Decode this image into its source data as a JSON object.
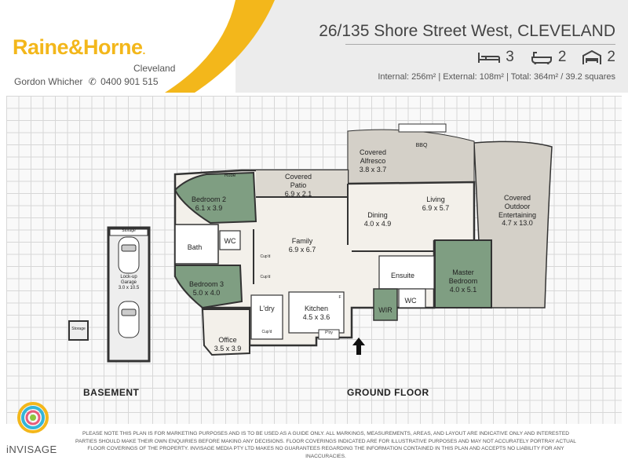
{
  "header": {
    "brand": "Raine&Horne",
    "brand_suffix": ".",
    "office": "Cleveland",
    "agent_name": "Gordon Whicher",
    "agent_phone": "0400 901 515",
    "address": "26/135 Shore Street West, CLEVELAND",
    "features": {
      "bedrooms": "3",
      "bathrooms": "2",
      "garages": "2"
    },
    "areas": "Internal: 256m² | External: 108m² | Total: 364m² / 39.2 squares"
  },
  "plan": {
    "rooms": [
      {
        "id": "bedroom-2",
        "name": "Bedroom 2",
        "size": "6.1 x 3.9"
      },
      {
        "id": "covered-patio",
        "name": "Covered\nPatio",
        "size": "6.9 x 2.1"
      },
      {
        "id": "covered-alfresco",
        "name": "Covered\nAlfresco",
        "size": "3.8 x 3.7"
      },
      {
        "id": "living",
        "name": "Living",
        "size": "6.9 x 5.7"
      },
      {
        "id": "covered-outdoor",
        "name": "Covered\nOutdoor\nEntertaining",
        "size": "4.7 x 13.0"
      },
      {
        "id": "dining",
        "name": "Dining",
        "size": "4.0 x 4.9"
      },
      {
        "id": "family",
        "name": "Family",
        "size": "6.9 x 6.7"
      },
      {
        "id": "bath",
        "name": "Bath",
        "size": ""
      },
      {
        "id": "wc1",
        "name": "WC",
        "size": ""
      },
      {
        "id": "bedroom-3",
        "name": "Bedroom 3",
        "size": "5.0 x 4.0"
      },
      {
        "id": "ldry",
        "name": "L'dry",
        "size": ""
      },
      {
        "id": "kitchen",
        "name": "Kitchen",
        "size": "4.5 x 3.6"
      },
      {
        "id": "office",
        "name": "Office",
        "size": "3.5 x 3.9"
      },
      {
        "id": "ensuite",
        "name": "Ensuite",
        "size": ""
      },
      {
        "id": "master-bedroom",
        "name": "Master\nBedroom",
        "size": "4.0 x 5.1"
      },
      {
        "id": "wir",
        "name": "WIR",
        "size": ""
      },
      {
        "id": "wc2",
        "name": "WC",
        "size": ""
      },
      {
        "id": "garage",
        "name": "Lock-up\nGarage",
        "size": "3.0 x 10.5"
      }
    ],
    "small_labels": {
      "robe": "Robe",
      "bbq": "BBQ",
      "storage_top": "Storage",
      "storage_side": "Storage",
      "cupd1": "Cup'd",
      "cupd2": "Cup'd",
      "cupd3": "Cup'd",
      "ptry": "P'try",
      "f": "F"
    },
    "basement_label": "BASEMENT",
    "ground_floor_label": "GROUND FLOOR"
  },
  "footer": {
    "disclaimer": "Please note this plan is for marketing purposes and is to be used as a guide only. All markings, measurements, areas, and layout are indicative only and interested parties should make their own enquiries before making any decisions. Floor coverings indicated are for illustrative purposes and may not accurately portray actual floor coverings of the property. Invisage Media Pty Ltd makes no guarantees regarding the information contained in this plan and accepts no liability for any inaccuracies.",
    "brand": "iNVISAGE"
  },
  "colors": {
    "accent": "#f3b71b",
    "room_green": "#7f9e82",
    "outdoor": "#d4d0c8",
    "floor": "#f3f0ea",
    "wet": "#ffffff"
  }
}
